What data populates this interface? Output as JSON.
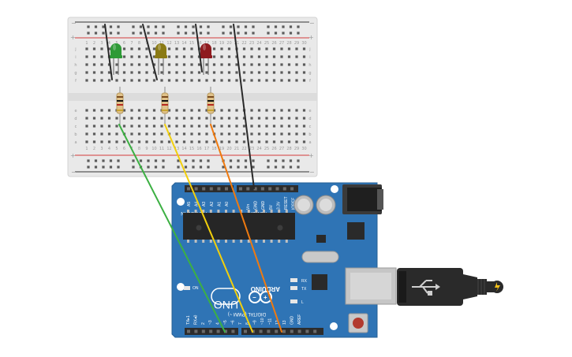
{
  "breadboard": {
    "columns": [
      "1",
      "2",
      "3",
      "4",
      "5",
      "6",
      "7",
      "8",
      "9",
      "10",
      "11",
      "12",
      "13",
      "14",
      "15",
      "16",
      "17",
      "18",
      "19",
      "20",
      "21",
      "22",
      "23",
      "24",
      "25",
      "26",
      "27",
      "28",
      "29",
      "30"
    ],
    "rows_top": [
      "j",
      "i",
      "h",
      "g",
      "f"
    ],
    "rows_bottom": [
      "e",
      "d",
      "c",
      "b",
      "a"
    ],
    "rail_plus": "+",
    "rail_minus": "−"
  },
  "leds": [
    {
      "name": "green-led",
      "color": "#2e9a36"
    },
    {
      "name": "yellow-led",
      "color": "#8a7a14"
    },
    {
      "name": "red-led",
      "color": "#8e1a1e"
    }
  ],
  "wires": {
    "green": "#3cb043",
    "yellow": "#f2cf0c",
    "orange": "#ef7a10",
    "black": "#2a2a2a"
  },
  "arduino": {
    "board_color": "#2f74b5",
    "brand": "ARDUINO",
    "model": "UNO",
    "analog_header": "ANALOG IN",
    "power_header": "POWER",
    "digital_header": "DIGITAL (PWM ~)",
    "on_label": "ON",
    "tx_label": "TX",
    "rx_label": "RX",
    "l_label": "L",
    "analog_pins": [
      "A5",
      "A4",
      "A3",
      "A2",
      "A1",
      "A0"
    ],
    "power_pins": [
      "Vin",
      "GND",
      "GND",
      "5V",
      "3.3V",
      "RESET",
      "IOREF"
    ],
    "digital_pins": [
      "TX▸1",
      "RX◂0",
      "2",
      "~3",
      "4",
      "~5",
      "~6",
      "7",
      "8",
      "~9",
      "~10",
      "~11",
      "12",
      "13",
      "GND",
      "AREF"
    ]
  }
}
